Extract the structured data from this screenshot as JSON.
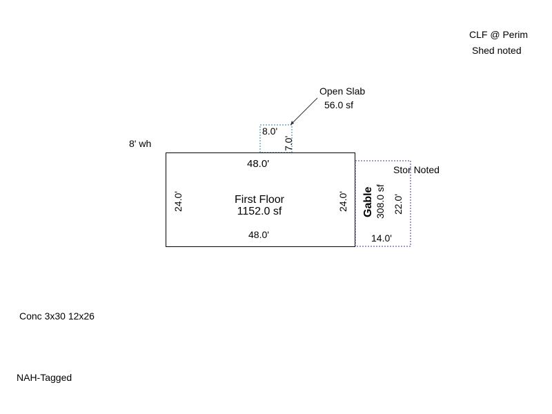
{
  "notes": {
    "clf_perim": "CLF @ Perim",
    "shed_noted": "Shed noted",
    "wall_height": "8' wh",
    "stor_noted": "Stor Noted",
    "conc": "Conc 3x30 12x26",
    "nah_tagged": "NAH-Tagged"
  },
  "first_floor": {
    "name": "First Floor",
    "area": "1152.0 sf",
    "dim_top": "48.0'",
    "dim_bottom": "48.0'",
    "dim_left": "24.0'",
    "dim_right": "24.0'"
  },
  "open_slab": {
    "name": "Open Slab",
    "area": "56.0 sf",
    "dim_width": "8.0'",
    "dim_height": "7.0'"
  },
  "gable": {
    "name": "Gable",
    "area": "308.0 sf",
    "dim_height": "22.0'",
    "dim_width": "14.0'"
  },
  "colors": {
    "outline": "#000000",
    "slab_outline": "#2a7fa0",
    "gable_outline": "#3a3a9a",
    "leader": "#333333"
  }
}
